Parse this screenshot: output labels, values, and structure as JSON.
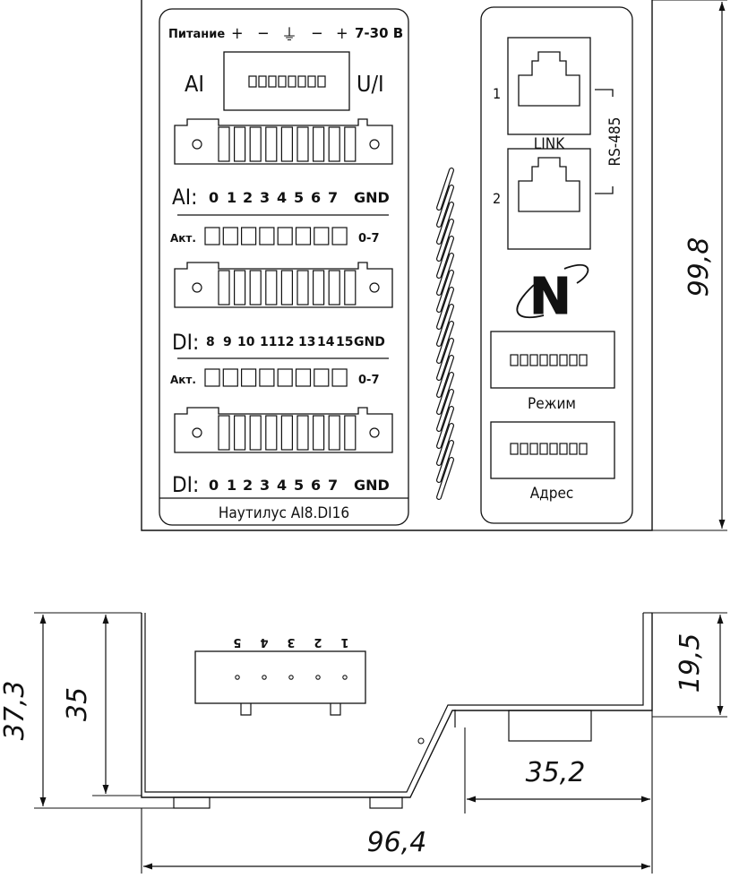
{
  "front_view": {
    "power_label": "Питание",
    "power_symbols": [
      "+",
      "−",
      "⏚",
      "−",
      "+"
    ],
    "power_range": "7-30 В",
    "ai_left": "AI",
    "ui_right": "U/I",
    "ai_row_prefix": "AI:",
    "ai_channels": [
      "0",
      "1",
      "2",
      "3",
      "4",
      "5",
      "6",
      "7",
      "GND"
    ],
    "akt_label": "Акт.",
    "akt_range": "0-7",
    "di_row1_prefix": "DI:",
    "di_row1_channels": [
      "8",
      "9",
      "10",
      "11",
      "12",
      "13",
      "14",
      "15",
      "GND"
    ],
    "di_row2_prefix": "DI:",
    "di_row2_channels": [
      "0",
      "1",
      "2",
      "3",
      "4",
      "5",
      "6",
      "7",
      "GND"
    ],
    "device_name": "Наутилус AI8.DI16",
    "port1_label": "1",
    "port2_label": "2",
    "link_label": "LINK",
    "rs485_label": "RS-485",
    "mode_label": "Режим",
    "address_label": "Адрес",
    "logo_letter": "N"
  },
  "side_view": {
    "connector_pins": [
      "5",
      "4",
      "3",
      "2",
      "1"
    ]
  },
  "dimensions": {
    "height_front": "99,8",
    "total_height": "37,3",
    "body_height": "35",
    "step_height": "19,5",
    "step_width": "35,2",
    "total_width": "96,4"
  }
}
